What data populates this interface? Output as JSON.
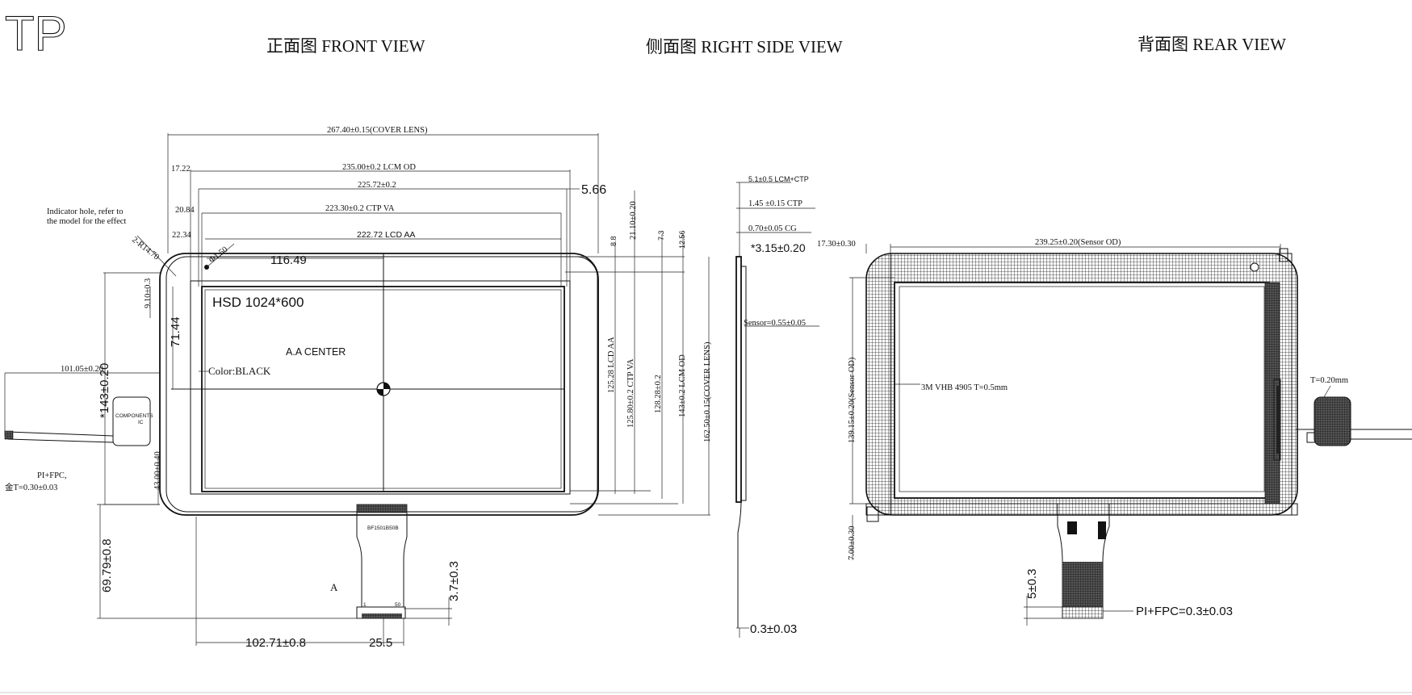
{
  "logo": "TP",
  "views": {
    "front": "正面图 FRONT VIEW",
    "side": "侧面图 RIGHT SIDE VIEW",
    "rear": "背面图 REAR VIEW"
  },
  "front": {
    "cover_lens_w": "267.40±0.15(COVER LENS)",
    "lcm_od_w": "235.00±0.2 LCM OD",
    "w_225": "225.72±0.2",
    "ctp_va_w": "223.30±0.2 CTP VA",
    "lcd_aa_w": "222.72 LCD AA",
    "off_1722": "17.22",
    "off_2084": "20.84",
    "off_2234": "22.34",
    "d_566": "5.66",
    "indicator_note_1": "Indicator hole, refer to",
    "indicator_note_2": "the model for the effect",
    "r_note": "2-R14.70",
    "hole_note": "Φ1.50",
    "d_11649": "116.49",
    "d_910": "9.10±0.3",
    "d_7144": "71.44",
    "d_10105": "101.05±0.20",
    "d_143": "*143±0.20",
    "model": "HSD 1024*600",
    "aa_center": "A.A CENTER",
    "color": "Color:BLACK",
    "comp_1": "COMPONENTS",
    "comp_2": "IC",
    "pi_fpc_1": "PI+FPC,",
    "pi_fpc_2": "金T=0.30±0.03",
    "d_4300": "43.00±0.40",
    "d_8_8": "8.8",
    "d_2110": "21.10±0.20",
    "d_7_3": "7.3",
    "d_1256": "12.56",
    "v_lcd_aa": "125.28 LCD AA",
    "v_ctp_va": "125.80±0.2 CTP VA",
    "v_12828": "128.28±0.2",
    "v_lcm_od": "143±0.2 LCM OD",
    "v_cover": "162.50±0.15(COVER LENS)",
    "fpc_code": "BF1501B50B",
    "d_6979": "69.79±0.8",
    "label_a": "A",
    "pin_1": "1",
    "pin_50": "50",
    "d_37": "3.7±0.3",
    "d_10271": "102.71±0.8",
    "d_255": "25.5"
  },
  "side": {
    "lcm_ctp": "5.1±0.5 LCM+CTP",
    "ctp": "1.45 ±0.15 CTP",
    "cg": "0.70±0.05 CG",
    "d_315": "*3.15±0.20",
    "sensor": "Sensor=0.55±0.05",
    "d_03": "0.3±0.03"
  },
  "rear": {
    "d_1730": "17.30±0.30",
    "sensor_od_w": "239.25±0.20(Sensor OD)",
    "sensor_od_h": "139.15±0.20(Sensor OD)",
    "d_700": "7.00±0.30",
    "tape": "3M VHB 4905 T=0.5mm",
    "t020": "T=0.20mm",
    "d_503": "5±0.3",
    "pi_fpc": "PI+FPC=0.3±0.03"
  }
}
